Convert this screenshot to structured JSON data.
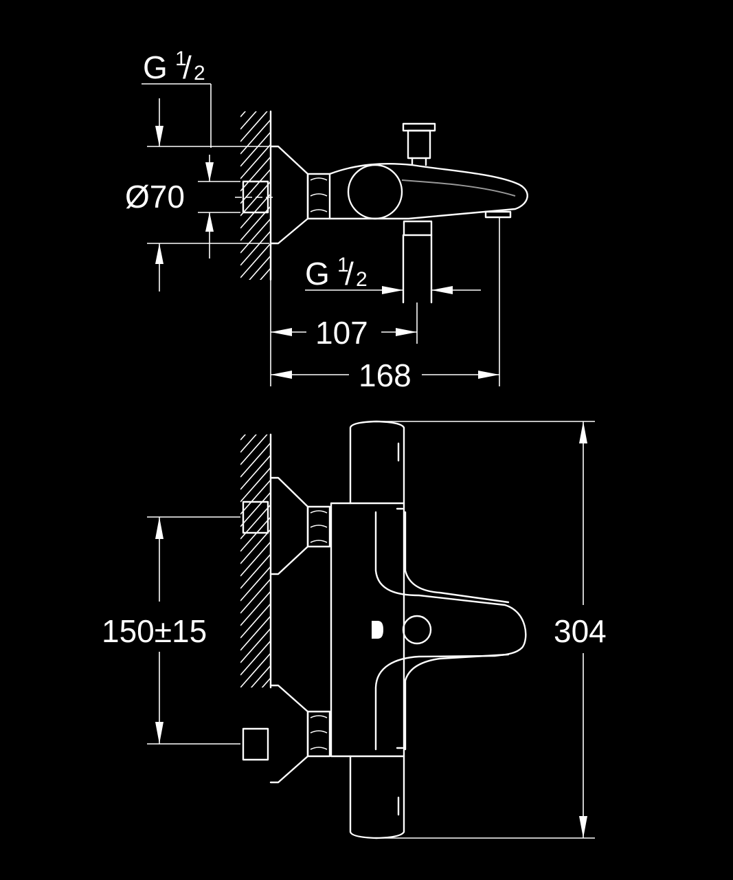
{
  "colors": {
    "background": "#000000",
    "line": "#ffffff",
    "secondary_line": "#9a9a9a"
  },
  "side_view": {
    "thread_top": {
      "base": "G",
      "num": "1",
      "den": "2"
    },
    "diameter": "Ø70",
    "thread_outlet": {
      "base": "G",
      "num": "1",
      "den": "2"
    },
    "dim_107": "107",
    "dim_168": "168"
  },
  "front_view": {
    "inlet_spacing": "150±15",
    "height": "304"
  }
}
